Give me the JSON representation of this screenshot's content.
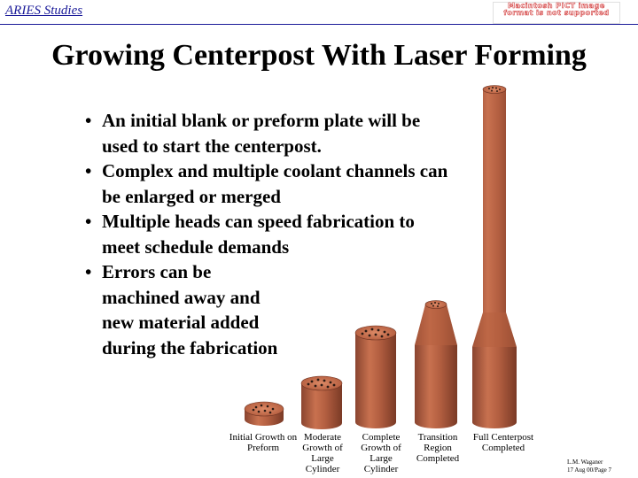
{
  "header": {
    "label": "ARIES Studies",
    "pict_notice": "Macintosh PICT image format is not supported"
  },
  "title": "Growing Centerpost With Laser Forming",
  "bullets": [
    {
      "bullet": "•",
      "text": "An initial blank or preform plate will be used to start the centerpost."
    },
    {
      "bullet": "•",
      "text": "Complex and multiple coolant channels can be enlarged or merged"
    },
    {
      "bullet": "•",
      "text": "Multiple heads can speed fabrication to meet schedule demands"
    },
    {
      "bullet": "•",
      "text": "Errors can be machined away and new material added during the fabrication"
    }
  ],
  "stages": [
    {
      "label": "Initial Growth on Preform"
    },
    {
      "label": "Moderate Growth of Large Cylinder"
    },
    {
      "label": "Complete Growth of Large Cylinder"
    },
    {
      "label": "Transition Region Completed"
    },
    {
      "label": "Full Centerpost Completed"
    }
  ],
  "credit": {
    "line1": "L.M. Waganer",
    "line2": "17 Aug 00/Page 7"
  },
  "colors": {
    "header_blue": "#1a1a99",
    "copper_light": "#c8714f",
    "copper_mid": "#a9553a",
    "copper_dark": "#7a3a26",
    "pict_red": "#d23a3a"
  }
}
